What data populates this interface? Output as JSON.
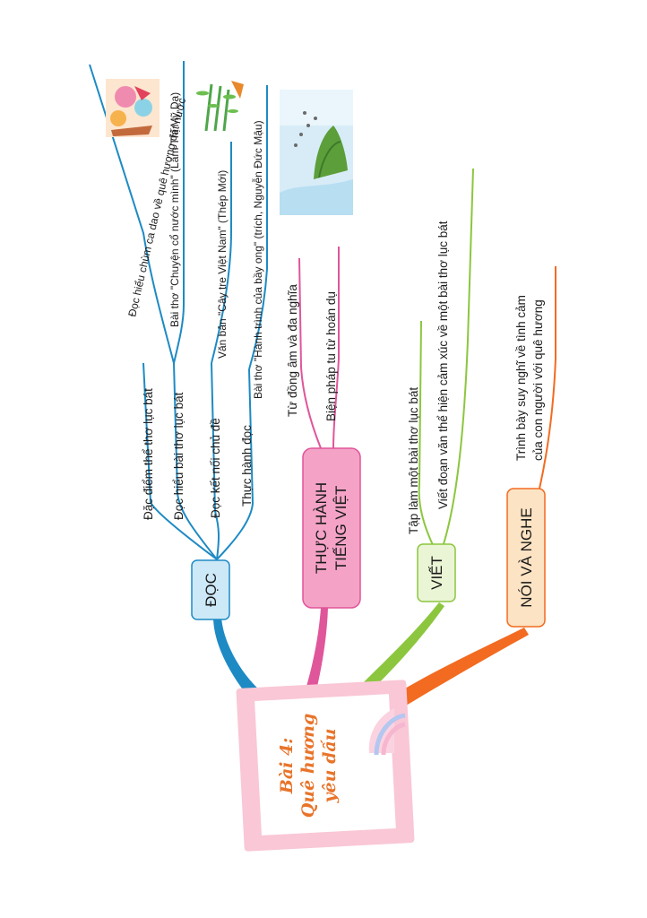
{
  "center": {
    "line1": "Bài 4:",
    "line2": "Quê hương",
    "line3": "yêu dấu"
  },
  "hubs": {
    "doc": "ĐỌC",
    "thuc_hanh_line1": "THỰC HÀNH",
    "thuc_hanh_line2": "TIẾNG VIỆT",
    "viet": "VIẾT",
    "noi_va_nghe": "NÓI VÀ NGHE"
  },
  "doc": {
    "item1": "Đặc điểm thể thơ lục bát",
    "item2": "Đọc hiểu bài thơ lục bát",
    "item2_subs": [
      "Đọc hiểu chùm ca dao về quê hương đất nước",
      "Bài thơ \"Chuyện cổ nước mình\" (Lâm Thị Mỹ Dạ)"
    ],
    "item3": "Đọc kết nối chủ đề",
    "item3_sub": "Văn bản \"Cây tre Việt Nam\" (Thép Mới)",
    "item4": "Thực hành đọc",
    "item4_sub": "Bài thơ \"Hành trình của bầy ong\" (trích, Nguyễn Đức Mậu)"
  },
  "thuc_hanh": {
    "item1": "Từ đồng âm và đa nghĩa",
    "item2": "Biện pháp tu từ hoán dụ"
  },
  "viet": {
    "item1": "Tập làm một bài thơ lục bát",
    "item2": "Viết đoạn văn thể hiện cảm xúc về một bài thơ lục bát"
  },
  "noi_va_nghe": {
    "line1": "Trình bày suy nghĩ về tình cảm",
    "line2": "của con người với quê hương"
  },
  "colors": {
    "doc": "#1e8ac4",
    "thuc_hanh": "#e0569a",
    "viet": "#8cc63f",
    "noi_va_nghe": "#f26b21",
    "title": "#e8742a"
  },
  "icons": {
    "illustration_1": "folk-painting-icon",
    "illustration_2": "bamboo-icon",
    "illustration_3": "bee-island-icon"
  }
}
